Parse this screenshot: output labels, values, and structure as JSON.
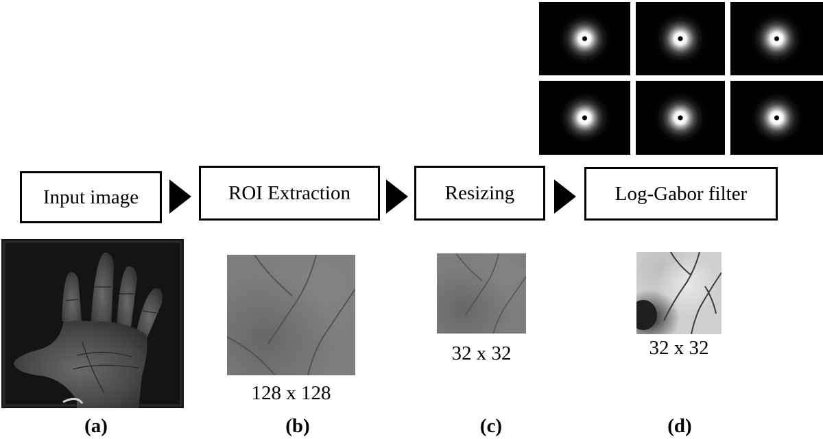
{
  "steps": [
    {
      "label": "Input image"
    },
    {
      "label": "ROI Extraction"
    },
    {
      "label": "Resizing"
    },
    {
      "label": "Log-Gabor filter"
    }
  ],
  "sizes": {
    "roi": "128 x 128",
    "resized": "32 x 32",
    "filtered": "32 x 32"
  },
  "panel_labels": [
    "(a)",
    "(b)",
    "(c)",
    "(d)"
  ],
  "filter_bank": {
    "rows": 2,
    "cols": 3,
    "count": 6
  }
}
